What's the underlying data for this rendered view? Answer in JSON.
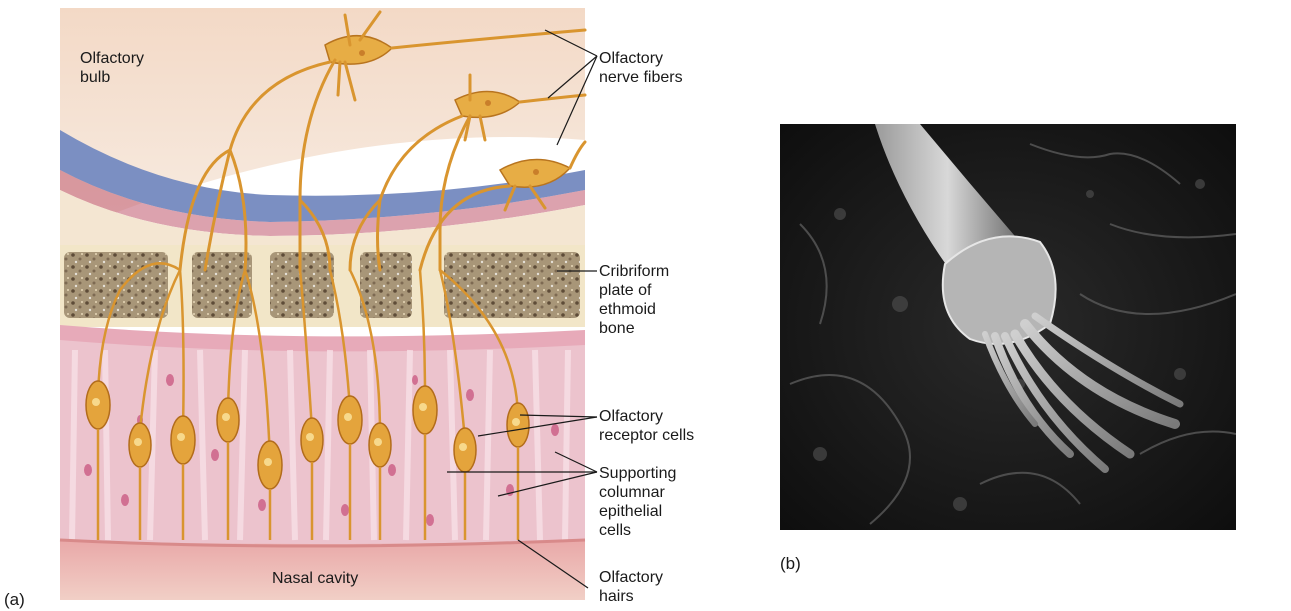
{
  "panel_a": {
    "letter": "(a)",
    "labels": {
      "olfactory_bulb": [
        "Olfactory",
        "bulb"
      ],
      "nasal_cavity": "Nasal cavity",
      "nerve_fibers": [
        "Olfactory",
        "nerve fibers"
      ],
      "cribriform": [
        "Cribriform",
        "plate of",
        "ethmoid",
        "bone"
      ],
      "receptor_cells": [
        "Olfactory",
        "receptor cells"
      ],
      "supporting_cells": [
        "Supporting",
        "columnar",
        "epithelial",
        "cells"
      ],
      "olfactory_hairs": [
        "Olfactory",
        "hairs"
      ]
    }
  },
  "panel_b": {
    "letter": "(b)"
  },
  "colors": {
    "bulb_bg": "#f6e3d3",
    "membrane_blue": "#6f84b8",
    "bone_fill": "#efe2c2",
    "bone_speckle": "#7d6a52",
    "epithelium": "#ecc0cb",
    "epithelium_stripe": "#f6dbe2",
    "nasal_cavity": "#eab6b3",
    "neuron": "#e2a33c",
    "neuron_outline": "#b86f1c",
    "sem_bg": "#161616"
  }
}
